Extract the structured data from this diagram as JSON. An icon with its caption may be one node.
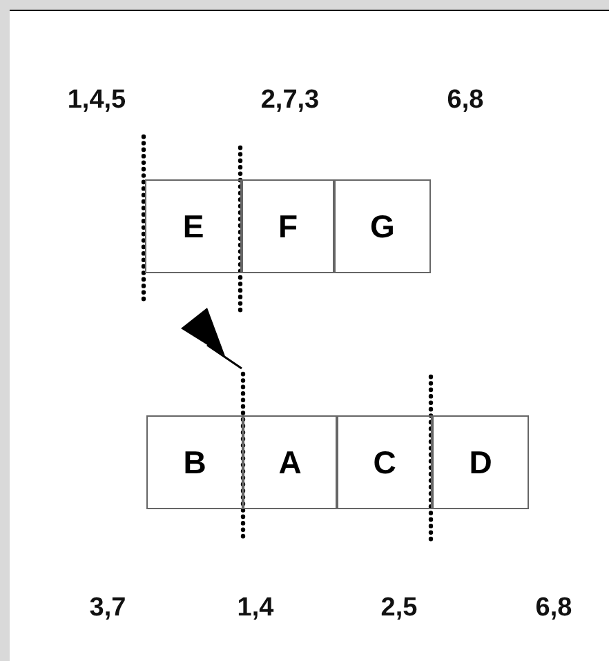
{
  "diagram": {
    "nodes": [
      {
        "text": [
          "E"
        ]
      },
      {
        "text": [
          "F"
        ]
      },
      {
        "text": [
          "G"
        ]
      },
      {
        "text": [
          "B"
        ]
      },
      {
        "text": [
          "A"
        ]
      },
      {
        "text": [
          "C"
        ]
      },
      {
        "text": [
          "D"
        ]
      }
    ],
    "labels": [
      "1,4,5",
      "2,7,3",
      "6,8",
      "3,7",
      "1,4",
      "2,5",
      "6,8"
    ]
  }
}
